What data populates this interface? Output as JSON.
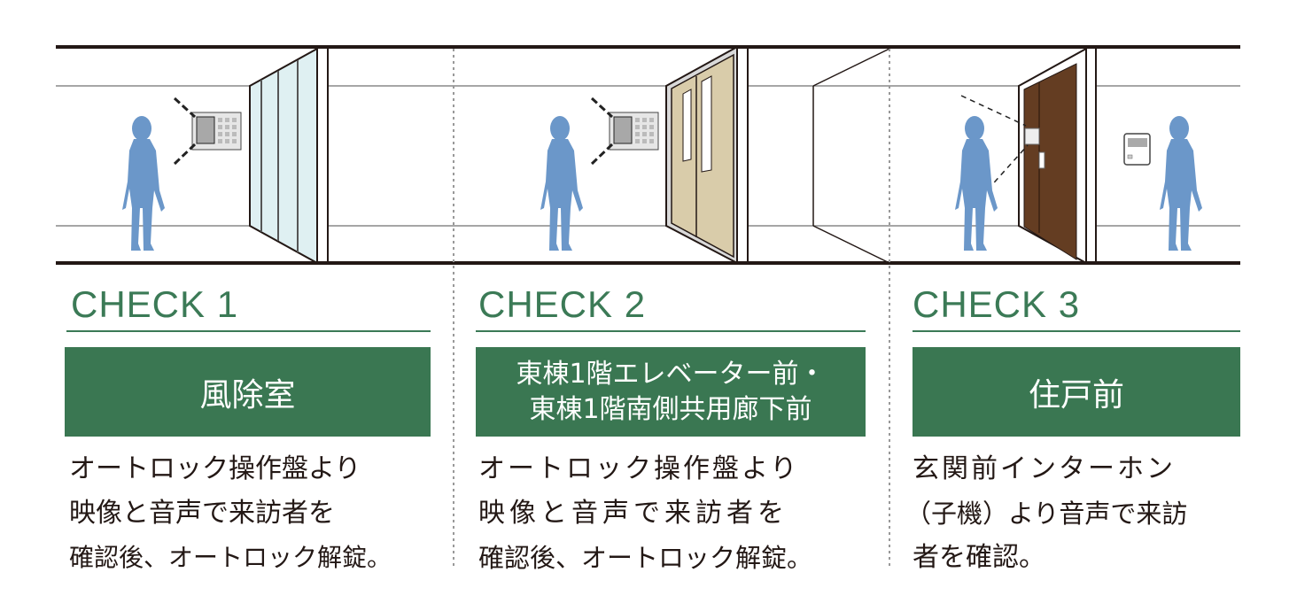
{
  "panels": [
    {
      "check": "CHECK 1",
      "location": [
        "風除室"
      ],
      "description": [
        "オートロック操作盤より",
        "映像と音声で来訪者を",
        "確認後、オートロック解錠。"
      ]
    },
    {
      "check": "CHECK 2",
      "location": [
        "東棟1階エレベーター前・",
        "東棟1階南側共用廊下前"
      ],
      "description": [
        "オートロック操作盤より",
        "映像と音声で来訪者を",
        "確認後、オートロック解錠。"
      ]
    },
    {
      "check": "CHECK 3",
      "location": [
        "住戸前"
      ],
      "description": [
        "玄関前インターホン",
        "（子機）より音声で来訪",
        "者を確認。"
      ]
    }
  ],
  "colors": {
    "accent": "#3a7752",
    "person": "#6b97c9",
    "door_brown": "#643d22",
    "glass": "#dff0f2",
    "door_beige": "#d9ccaa"
  }
}
